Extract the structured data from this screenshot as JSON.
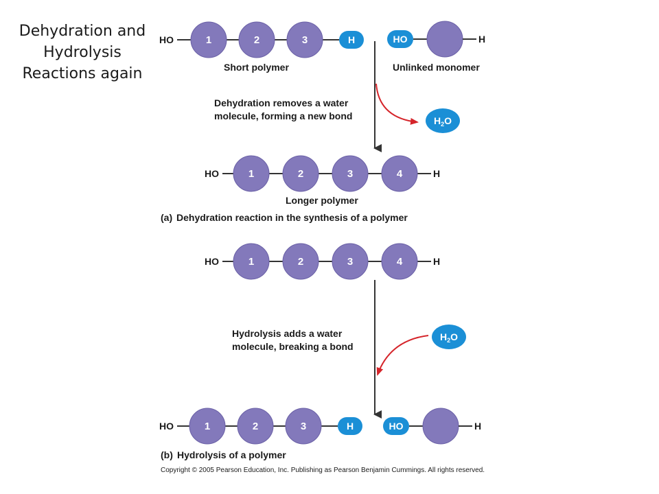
{
  "slide": {
    "title_lines": [
      "Dehydration and",
      "Hydrolysis",
      "Reactions again"
    ]
  },
  "colors": {
    "monomer": "#8379bb",
    "monomer_stroke": "#6a60a6",
    "group": "#1b8fd6",
    "arrow": "#333333",
    "water_arrow": "#d5242a"
  },
  "groups": {
    "ho": "HO",
    "h": "H",
    "water_main": "H",
    "water_sub": "2",
    "water_tail": "O"
  },
  "dehydration": {
    "short_chain": [
      "1",
      "2",
      "3"
    ],
    "short_polymer_label": "Short polymer",
    "unlinked_label": "Unlinked monomer",
    "step_lines": [
      "Dehydration removes a water",
      "molecule, forming a new bond"
    ],
    "long_chain": [
      "1",
      "2",
      "3",
      "4"
    ],
    "longer_polymer_label": "Longer polymer",
    "caption_tag": "(a)",
    "caption_text": "Dehydration reaction in the synthesis of a polymer"
  },
  "hydrolysis": {
    "long_chain": [
      "1",
      "2",
      "3",
      "4"
    ],
    "step_lines": [
      "Hydrolysis adds a water",
      "molecule, breaking a bond"
    ],
    "short_chain": [
      "1",
      "2",
      "3"
    ],
    "caption_tag": "(b)",
    "caption_text": "Hydrolysis of a polymer"
  },
  "footer": {
    "copyright": "Copyright © 2005 Pearson Education, Inc. Publishing as Pearson Benjamin Cummings. All rights reserved."
  }
}
